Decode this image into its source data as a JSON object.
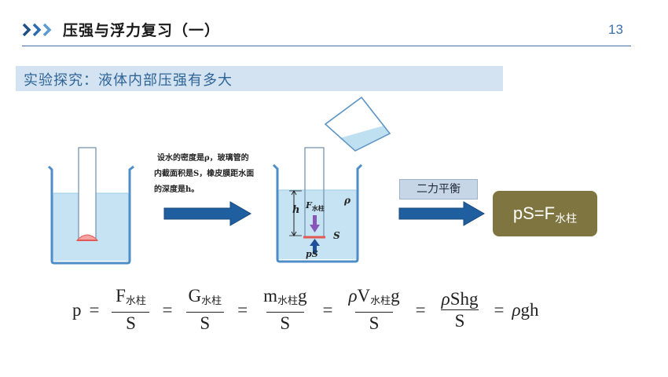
{
  "header": {
    "title": "压强与浮力复习（一）",
    "page_number": "13"
  },
  "section": {
    "title": "实验探究：液体内部压强有多大"
  },
  "caption": {
    "line1": "设水的密度是ρ，玻璃管的",
    "line2": "内截面积是S，橡皮膜距水面",
    "line3": "的深度是h。"
  },
  "diagram_labels": {
    "h": "h",
    "F": "F",
    "F_sub": "水柱",
    "rho": "ρ",
    "S": "S",
    "pS": "pS"
  },
  "balance_label": "二力平衡",
  "result": {
    "main": "pS=F",
    "sub": "水柱"
  },
  "formula": {
    "lhs": "p",
    "eq": "=",
    "t1_num": "F",
    "t1_sub": "水柱",
    "t1_den": "S",
    "t2_num": "G",
    "t2_sub": "水柱",
    "t2_den": "S",
    "t3_num_a": "m",
    "t3_sub": "水柱",
    "t3_num_b": "g",
    "t3_den": "S",
    "t4_rho": "ρ",
    "t4_num_a": "V",
    "t4_sub": "水柱",
    "t4_num_b": "g",
    "t4_den": "S",
    "t5_rho": "ρ",
    "t5_num": "Shg",
    "t5_den": "S",
    "rhs_rho": "ρ",
    "rhs": "gh"
  },
  "colors": {
    "accent_blue": "#2f6496",
    "chevron_blue": "#2b6cb0",
    "section_bar": "#d4e3f1",
    "water": "#c5e3f2",
    "arrow_blue": "#1f5fa0",
    "result_box": "#7f7540"
  }
}
